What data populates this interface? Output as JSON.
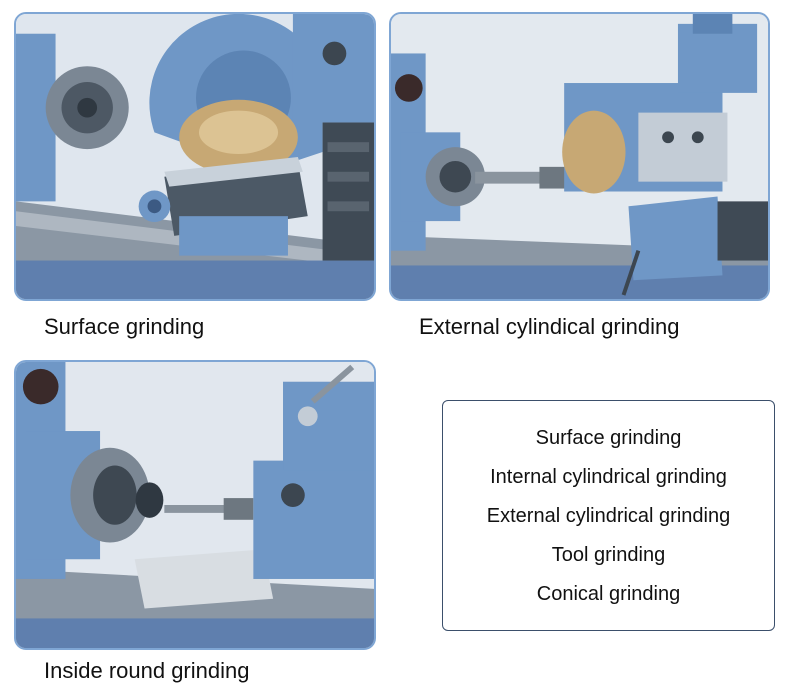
{
  "panels": [
    {
      "caption": "Surface grinding"
    },
    {
      "caption": "External cylindical grinding"
    },
    {
      "caption": "Inside round grinding"
    }
  ],
  "capabilities": [
    "Surface grinding",
    "Internal cylindrical grinding",
    "External cylindrical grinding",
    "Tool grinding",
    "Conical grinding"
  ],
  "colors": {
    "machine_blue": "#6f97c6",
    "frame_border": "#7fa6d4",
    "box_border": "#3b4f6b"
  }
}
